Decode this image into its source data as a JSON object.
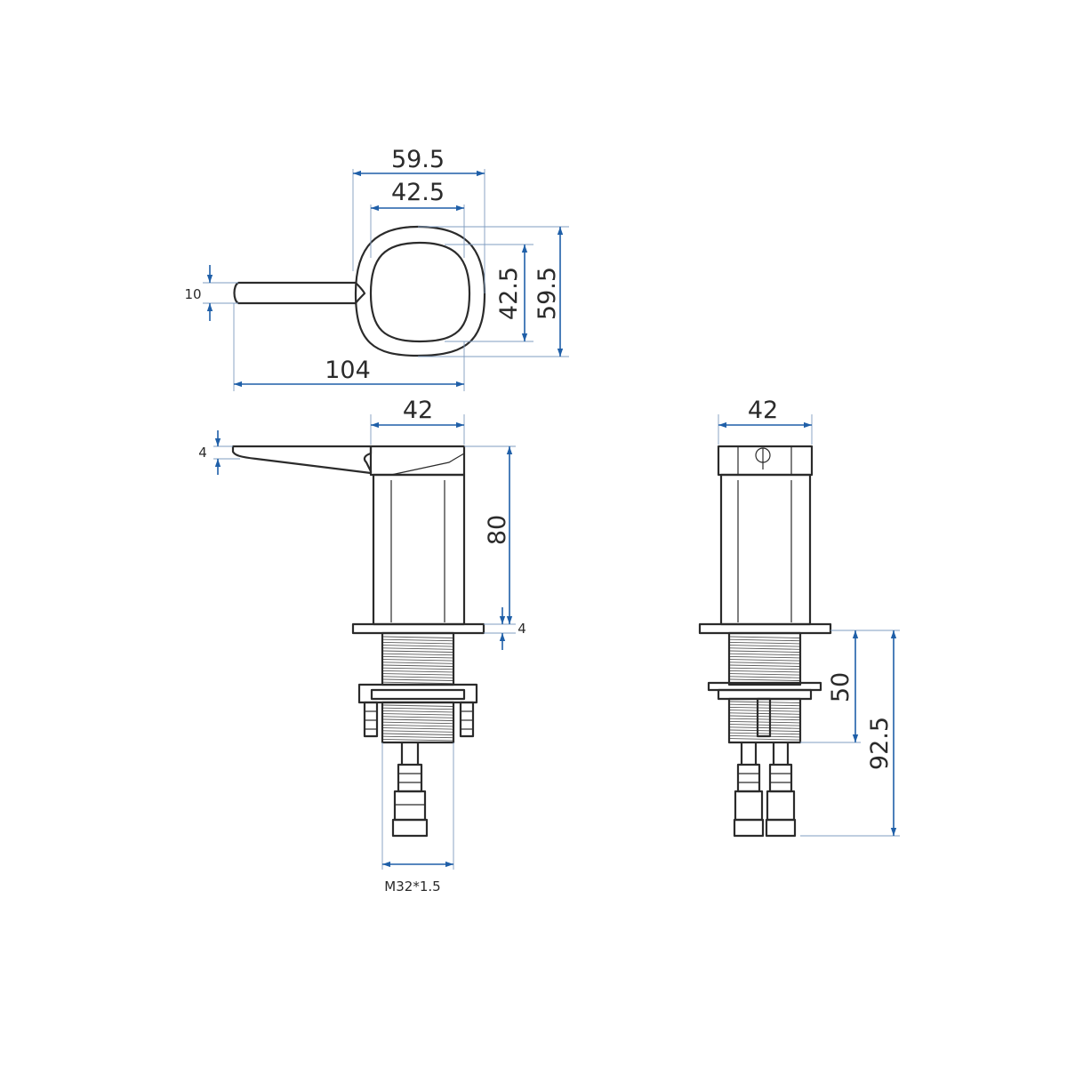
{
  "colors": {
    "line": "#2b2b2b",
    "dimension": "#1f5fa8",
    "extension": "#7f9cc0",
    "background": "#ffffff"
  },
  "top_view": {
    "outer_width": "59.5",
    "inner_width": "42.5",
    "inner_height": "42.5",
    "outer_height": "59.5",
    "handle_thickness": "10",
    "overall_length": "104"
  },
  "front_view": {
    "body_width": "42",
    "lever_thickness": "4",
    "body_height": "80",
    "flange_thickness": "4",
    "thread_spec": "M32*1.5"
  },
  "side_view": {
    "body_width": "42",
    "shank_length": "50",
    "total_length": "92.5"
  }
}
